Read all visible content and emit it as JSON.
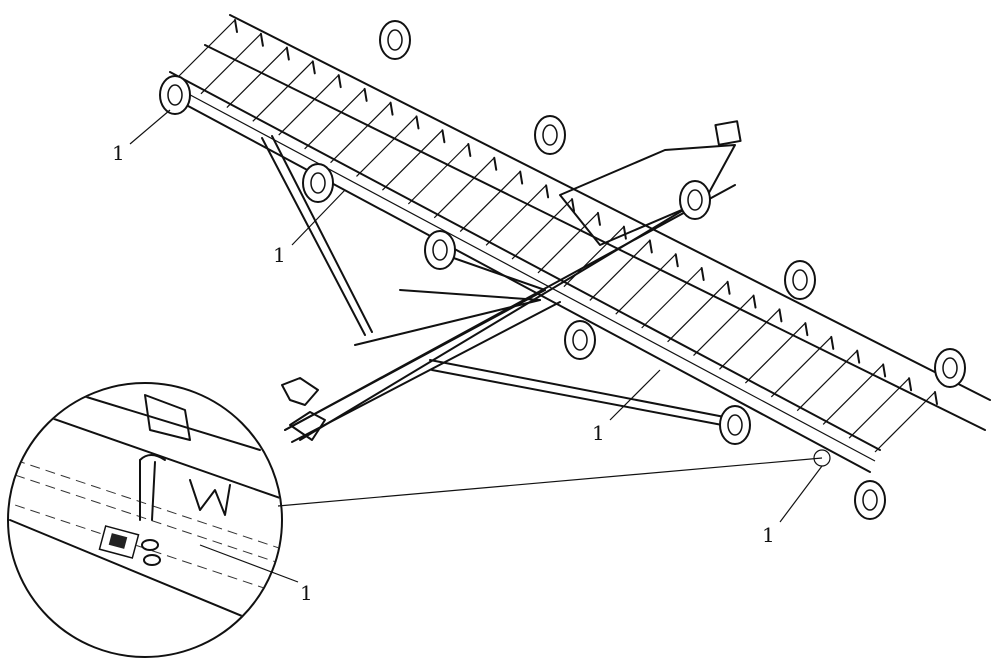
{
  "callouts": [
    {
      "id": "c1",
      "text": "1"
    },
    {
      "id": "c2",
      "text": "1"
    },
    {
      "id": "c3",
      "text": "1"
    },
    {
      "id": "c4",
      "text": "1"
    },
    {
      "id": "c5",
      "text": "1"
    }
  ]
}
